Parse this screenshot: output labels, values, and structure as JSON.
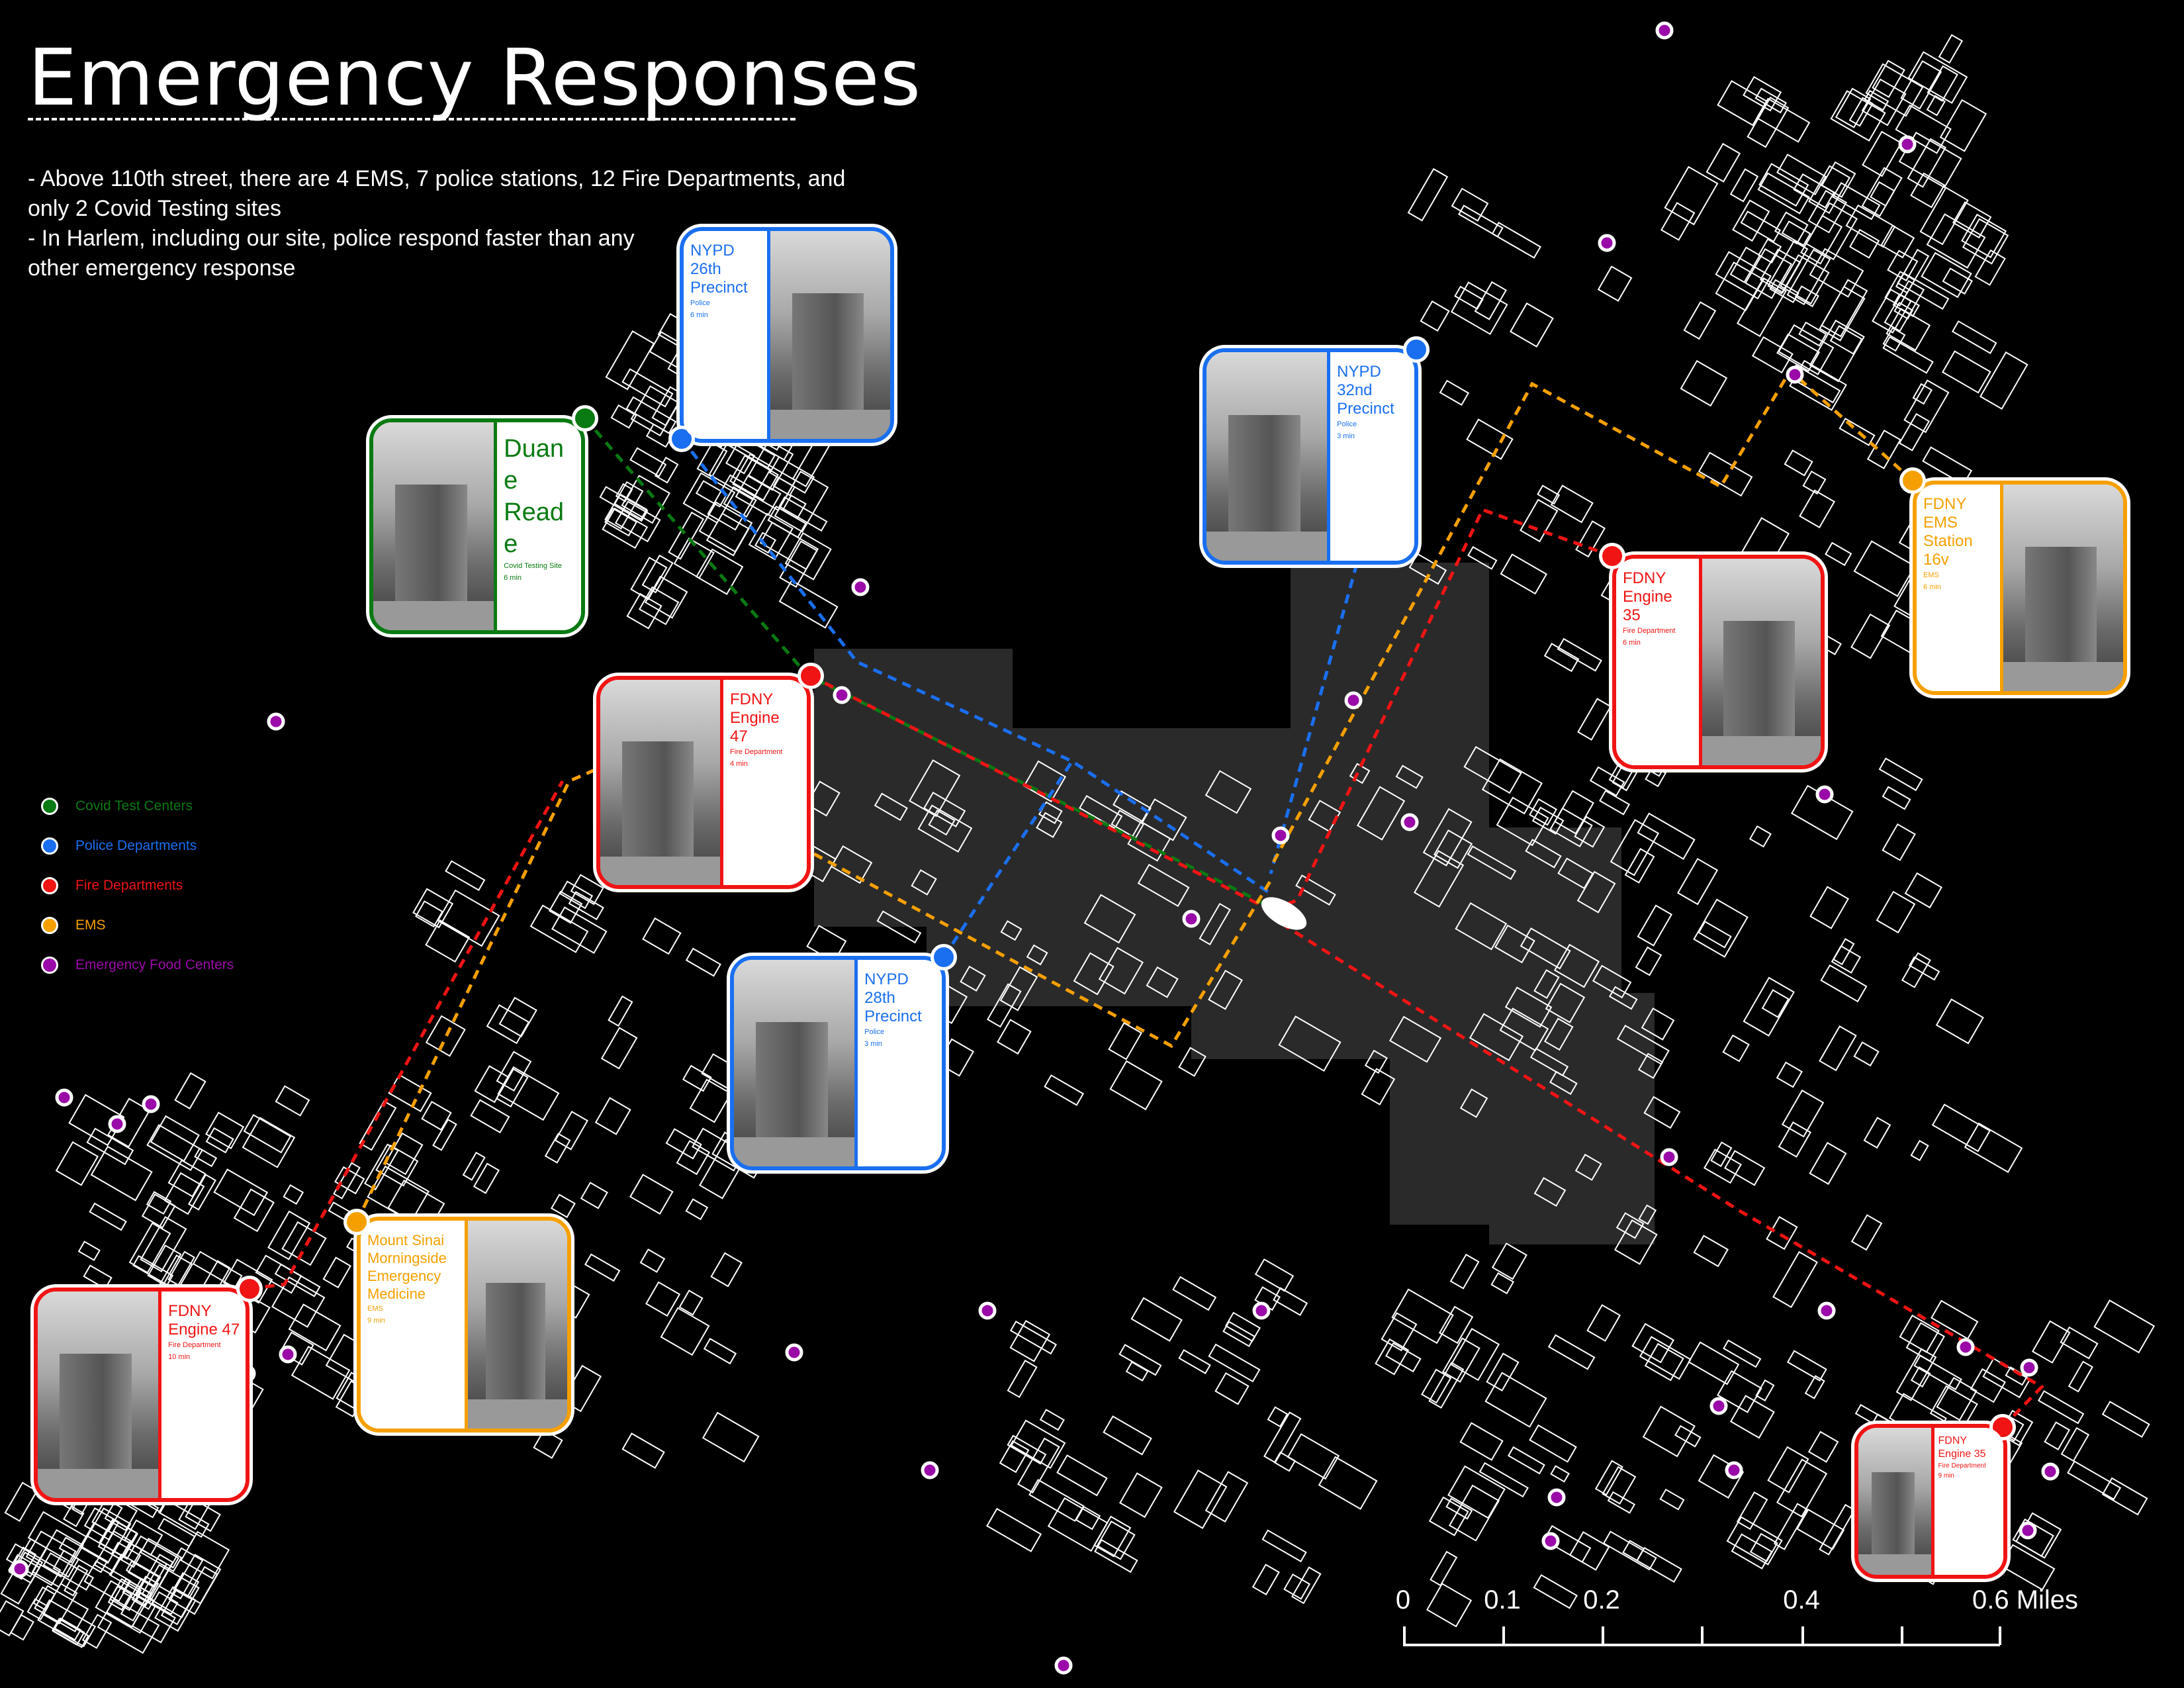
{
  "title": "Emergency Responses",
  "notes": [
    "- Above 110th street, there are 4 EMS, 7 police stations, 12 Fire Departments, and only 2 Covid Testing sites",
    "- In Harlem, including our site, police respond faster than any other emergency response"
  ],
  "colors": {
    "covid": "#0a7a12",
    "police": "#1a6ff0",
    "fire": "#f01414",
    "ems": "#f5a000",
    "food": "#9a0aa8"
  },
  "legend": [
    {
      "label": "Covid Test Centers",
      "color": "#0a7a12"
    },
    {
      "label": "Police Departments",
      "color": "#1a6ff0"
    },
    {
      "label": "Fire Departments",
      "color": "#f01414"
    },
    {
      "label": "EMS",
      "color": "#f5a000"
    },
    {
      "label": "Emergency Food Centers",
      "color": "#9a0aa8"
    }
  ],
  "cards": [
    {
      "name": "NYPD 26th Precinct",
      "type": "Police",
      "time": "6 min",
      "color": "#1a6ff0"
    },
    {
      "name": "Duane Reade",
      "type": "Covid Testing Site",
      "time": "6 min",
      "color": "#0a7a12"
    },
    {
      "name": "FDNY Engine 47",
      "type": "Fire Department",
      "time": "4 min",
      "color": "#f01414"
    },
    {
      "name": "NYPD 32nd Precinct",
      "type": "Police",
      "time": "3 min",
      "color": "#1a6ff0"
    },
    {
      "name": "FDNY Engine 35",
      "type": "Fire Department",
      "time": "6 min",
      "color": "#f01414"
    },
    {
      "name": "FDNY EMS Station 16v",
      "type": "EMS",
      "time": "6 min",
      "color": "#f5a000"
    },
    {
      "name": "NYPD 28th Precinct",
      "type": "Police",
      "time": "3 min",
      "color": "#1a6ff0"
    },
    {
      "name": "Mount Sinai Morningside Emergency Medicine",
      "type": "EMS",
      "time": "9 min",
      "color": "#f5a000"
    },
    {
      "name": "FDNY Engine 47",
      "type": "Fire Department",
      "time": "10 min",
      "color": "#f01414"
    },
    {
      "name": "FDNY Engine 35",
      "type": "Fire Department",
      "time": "9 min",
      "color": "#f01414"
    }
  ],
  "scale_bar": {
    "labels": [
      "0",
      "0.1",
      "0.2",
      "0.4",
      "0.6 Miles"
    ]
  }
}
